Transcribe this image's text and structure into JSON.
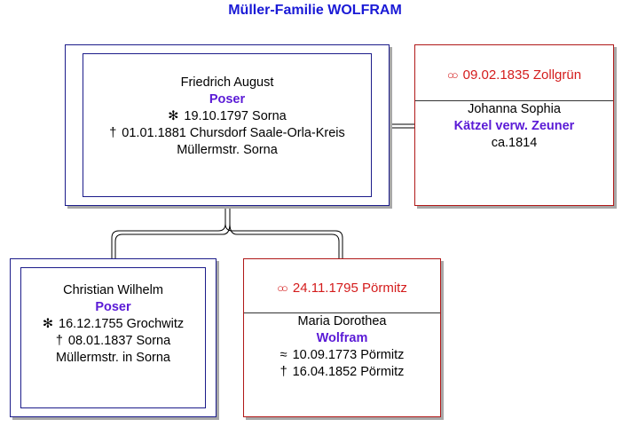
{
  "title": "Müller-Familie WOLFRAM",
  "icons": {
    "birth": "✻",
    "death": "†",
    "baptism": "≈",
    "marriage": "rings-icon"
  },
  "colors": {
    "title": "#1a1ad6",
    "surname": "#5a1ad6",
    "marriage": "#d41c1c",
    "person_border": "#1c1c8a",
    "spouse_border": "#b01818"
  },
  "persons": {
    "friedrich": {
      "given": "Friedrich August",
      "surname": "Poser",
      "birth": "19.10.1797 Sorna",
      "death": "01.01.1881 Chursdorf Saale-Orla-Kreis",
      "occupation": "Müllermstr. Sorna"
    },
    "johanna": {
      "marriage": "09.02.1835 Zollgrün",
      "given": "Johanna Sophia",
      "surname": "Kätzel verw. Zeuner",
      "birth": "ca.1814"
    },
    "christian": {
      "given": "Christian Wilhelm",
      "surname": "Poser",
      "birth": "16.12.1755 Grochwitz",
      "death": "08.01.1837 Sorna",
      "occupation": "Müllermstr. in Sorna"
    },
    "maria": {
      "marriage": "24.11.1795 Pörmitz",
      "given": "Maria Dorothea",
      "surname": "Wolfram",
      "baptism": "10.09.1773 Pörmitz",
      "death": "16.04.1852 Pörmitz"
    }
  }
}
